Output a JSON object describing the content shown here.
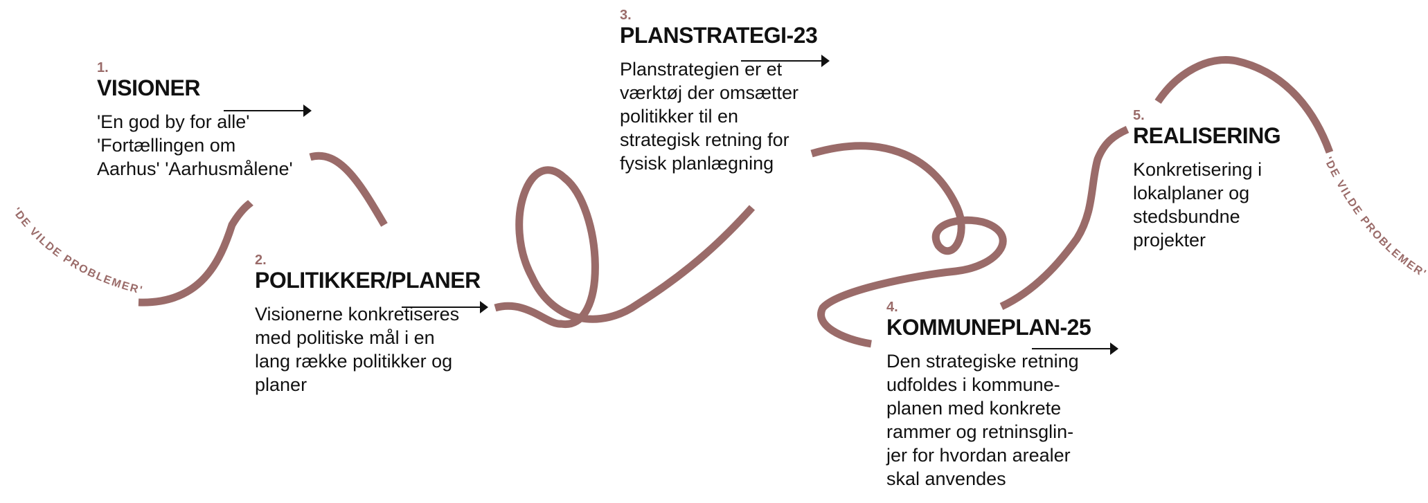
{
  "colors": {
    "curve": "#9a6b69",
    "number": "#9a6b69",
    "text": "#111111",
    "arrow": "#111111"
  },
  "side_label": "'DE VILDE PROBLEMER'",
  "steps": [
    {
      "number": "1.",
      "title": "VISIONER",
      "text": "'En god by for alle'\n'Fortællingen om\nAarhus' 'Aarhusmålene'"
    },
    {
      "number": "2.",
      "title": "POLITIKKER/PLANER",
      "text": "Visionerne konkretiseres\nmed politiske mål i en\nlang række politikker og\nplaner"
    },
    {
      "number": "3.",
      "title": "PLANSTRATEGI-23",
      "text": "Planstrategien er et\nværktøj der omsætter\npolitikker til en\nstrategisk retning for\nfysisk planlægning"
    },
    {
      "number": "4.",
      "title": "KOMMUNEPLAN-25",
      "text": "Den strategiske retning\nudfoldes i kommune-\nplanen med konkrete\nrammer og retninsglin-\njer for hvordan arealer\nskal anvendes"
    },
    {
      "number": "5.",
      "title": "REALISERING",
      "text": "Konkretisering i\nlokalplaner og\nstedsbundne\nprojekter"
    }
  ]
}
